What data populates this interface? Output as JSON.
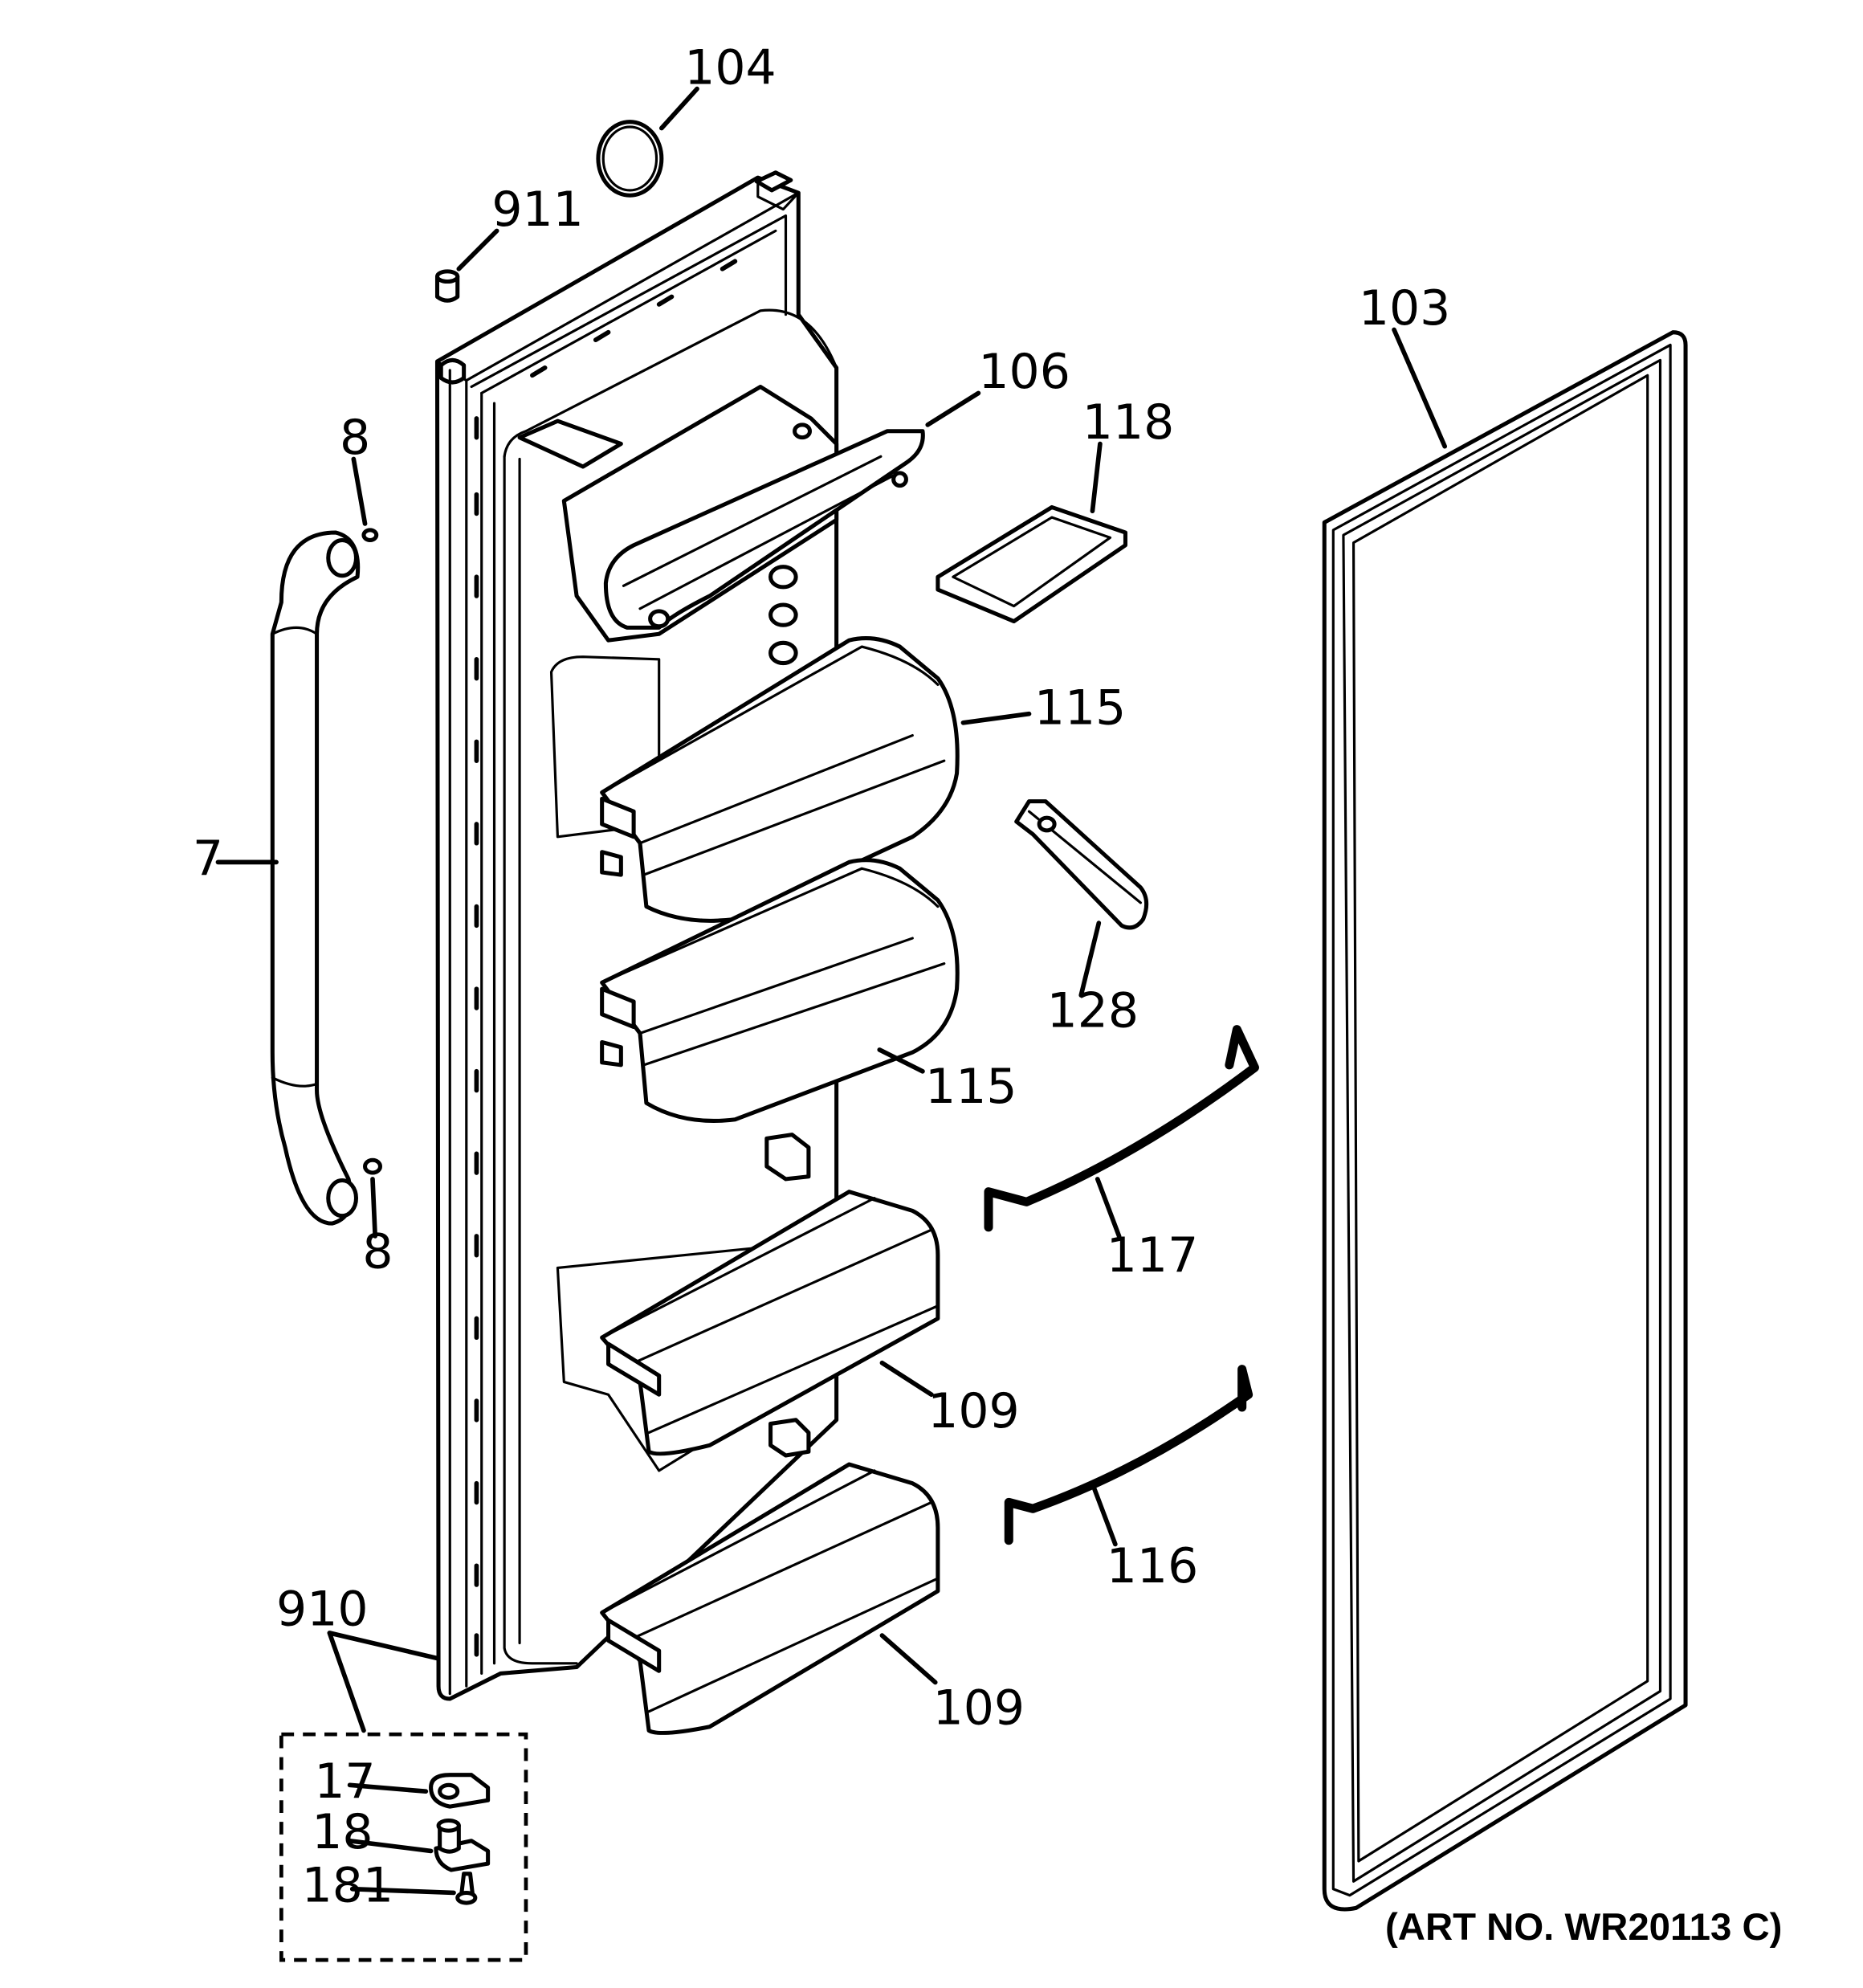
{
  "diagram": {
    "art_number": "(ART NO. WR20113 C)",
    "callouts": {
      "c104": "104",
      "c911": "911",
      "c103": "103",
      "c106": "106",
      "c118": "118",
      "c8_top": "8",
      "c115_top": "115",
      "c7": "7",
      "c128": "128",
      "c115_bottom": "115",
      "c8_bottom": "8",
      "c117": "117",
      "c109_top": "109",
      "c116": "116",
      "c910": "910",
      "c109_bottom": "109",
      "c17": "17",
      "c18": "18",
      "c181": "181"
    }
  }
}
